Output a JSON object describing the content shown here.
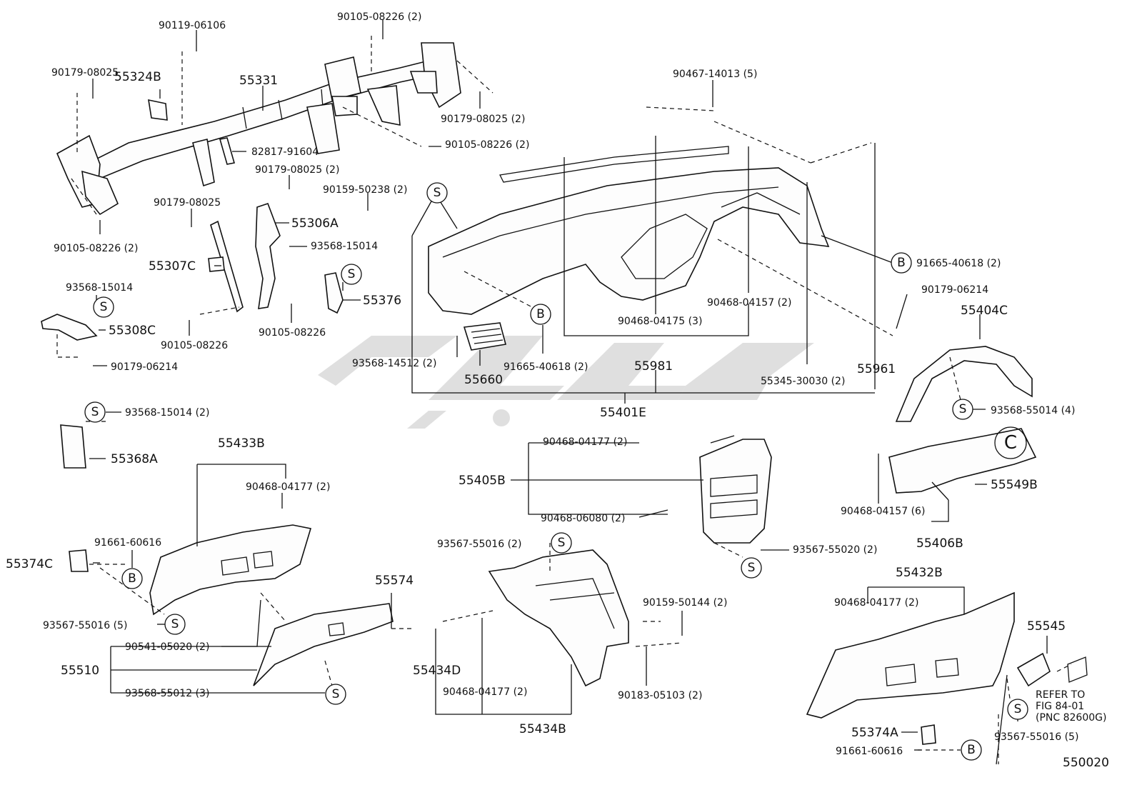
{
  "callouts": {
    "c1": "90119-06106",
    "c2": "90105-08226 (2)",
    "c3": "90179-08025",
    "c4": "55324B",
    "c5": "55331",
    "c6": "90179-08025 (2)",
    "c7": "90105-08226 (2)",
    "c8": "82817-91604",
    "c9": "90179-08025 (2)",
    "c10": "90159-50238 (2)",
    "c11": "90179-08025",
    "c12": "55306A",
    "c13": "90105-08226 (2)",
    "c14": "93568-15014",
    "c15": "55307C",
    "c16": "93568-15014",
    "c17": "55376",
    "c18": "55308C",
    "c19": "90105-08226",
    "c20": "90105-08226",
    "c21": "90179-06214",
    "c22": "90467-14013 (5)",
    "c23": "91665-40618 (2)",
    "c24": "90468-04157 (2)",
    "c25": "90468-04175 (3)",
    "c26": "90179-06214",
    "c27": "55404C",
    "c28": "93568-14512 (2)",
    "c29": "91665-40618 (2)",
    "c30": "55981",
    "c31": "55345-30030 (2)",
    "c32": "55961",
    "c33": "55660",
    "c34": "55401E",
    "c35": "93568-55014 (4)",
    "c36": "93568-15014 (2)",
    "c37": "55368A",
    "c38": "90468-04177 (2)",
    "c39": "55433B",
    "c40": "55405B",
    "c41": "90468-04177 (2)",
    "c42": "55549B",
    "c43": "90468-06080 (2)",
    "c44": "90468-04157 (6)",
    "c45": "55406B",
    "c46": "91661-60616",
    "c47": "93567-55016 (2)",
    "c48": "93567-55020 (2)",
    "c49": "55374C",
    "c50": "55432B",
    "c51": "55574",
    "c52": "90468-04177 (2)",
    "c53": "90159-50144 (2)",
    "c54": "55545",
    "c55": "93567-55016 (5)",
    "c56": "90541-05020 (2)",
    "c57": "55510",
    "c58": "93568-55012 (3)",
    "c59": "55434D",
    "c60": "90468-04177 (2)",
    "c61": "90183-05103 (2)",
    "c62": "55434B",
    "c63": "55374A",
    "c64": "91661-60616",
    "c65": "93567-55016 (5)"
  },
  "refer_note": {
    "line1": "REFER TO",
    "line2": "FIG 84-01",
    "line3": "(PNC 82600G)"
  },
  "markers": {
    "s": "S",
    "b": "B",
    "c": "C"
  },
  "figure_id": "550020"
}
